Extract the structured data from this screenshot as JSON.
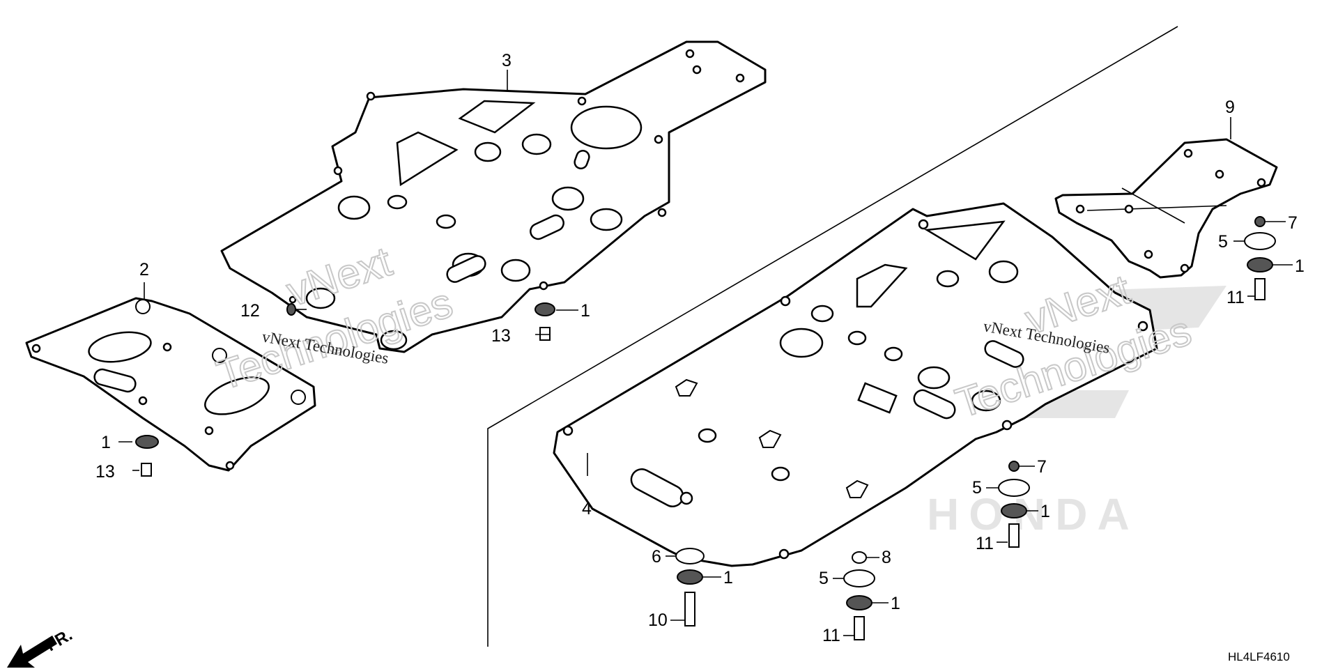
{
  "diagram_code": "HL4LF4610",
  "direction_label": "FR.",
  "watermark": {
    "logo_word": "vNext",
    "logo_word2": "Technologies",
    "caption": "vNext Technologies",
    "brand": "HONDA"
  },
  "callouts": {
    "c1a": "1",
    "c1b": "1",
    "c1c": "1",
    "c1d": "1",
    "c1e": "1",
    "c1f": "1",
    "c2": "2",
    "c3": "3",
    "c4": "4",
    "c5a": "5",
    "c5b": "5",
    "c5c": "5",
    "c6": "6",
    "c7a": "7",
    "c7b": "7",
    "c8": "8",
    "c9": "9",
    "c10": "10",
    "c11a": "11",
    "c11b": "11",
    "c11c": "11",
    "c12": "12",
    "c13a": "13",
    "c13b": "13"
  },
  "colors": {
    "line": "#000000",
    "watermark": "#c8c8c8"
  }
}
